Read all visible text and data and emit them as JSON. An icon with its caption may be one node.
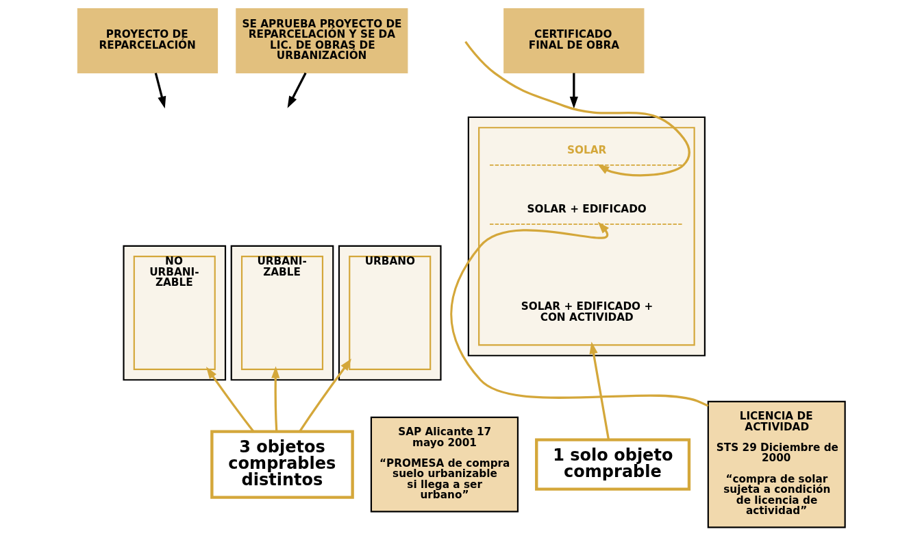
{
  "diagram": {
    "nodes": [
      {
        "text": [
          "PROYECTO DE REPARCELACIÓN"
        ]
      },
      {
        "text": [
          "SE APRUEBA PROYECTO DE REPARCELACIÓN Y SE DA LIC. DE OBRAS DE URBANIZACIÓN"
        ]
      },
      {
        "text": [
          "CERTIFICADO FINAL DE OBRA"
        ]
      },
      {
        "text": [],
        "shape": "box"
      },
      {
        "text": [
          "NO URBANI- ZABLE"
        ],
        "in": 3
      },
      {
        "text": [],
        "shape": "box"
      },
      {
        "text": [
          "URBANI- ZABLE"
        ],
        "in": 5
      },
      {
        "text": [],
        "shape": "box"
      },
      {
        "text": [
          "URBANO"
        ],
        "in": 7
      },
      {
        "text": [],
        "shape": "box"
      },
      {
        "text": [],
        "shape": "box",
        "in": 9
      },
      {
        "text": [
          "SOLAR"
        ],
        "in": 10
      },
      {
        "text": [
          "SOLAR + EDIFICADO"
        ],
        "in": 10
      },
      {
        "text": [
          "SOLAR + EDIFICADO + CON ACTIVIDAD"
        ],
        "in": 10
      },
      {
        "text": [
          "3 objetos comprables distintos"
        ]
      },
      {
        "text": [
          "SAP Alicante 17 mayo 2001",
          "“PROMESA de compra suelo urbanizable si llega a ser urbano”"
        ]
      },
      {
        "text": [
          "1 solo objeto comprable"
        ]
      },
      {
        "text": [
          "LICENCIA DE ACTIVIDAD",
          "STS 29 Diciembre de 2000",
          "“compra de solar sujeta a condición de licencia de actividad”"
        ]
      }
    ],
    "edges": [
      {
        "from": 0,
        "to": null,
        "arrow": "to",
        "color": "#000000"
      },
      {
        "from": 1,
        "to": null,
        "arrow": "to",
        "color": "#000000"
      },
      {
        "from": 2,
        "to": null,
        "arrow": "to",
        "color": "#000000"
      },
      {
        "from": 14,
        "to": 4,
        "arrow": "to"
      },
      {
        "from": 14,
        "to": 6,
        "arrow": "to"
      },
      {
        "from": 14,
        "to": 8,
        "arrow": "to"
      },
      {
        "from": 16,
        "to": 10,
        "arrow": "to"
      },
      {
        "from": null,
        "to": 11,
        "arrow": "to"
      },
      {
        "from": 17,
        "to": 12,
        "arrow": "to"
      }
    ]
  }
}
